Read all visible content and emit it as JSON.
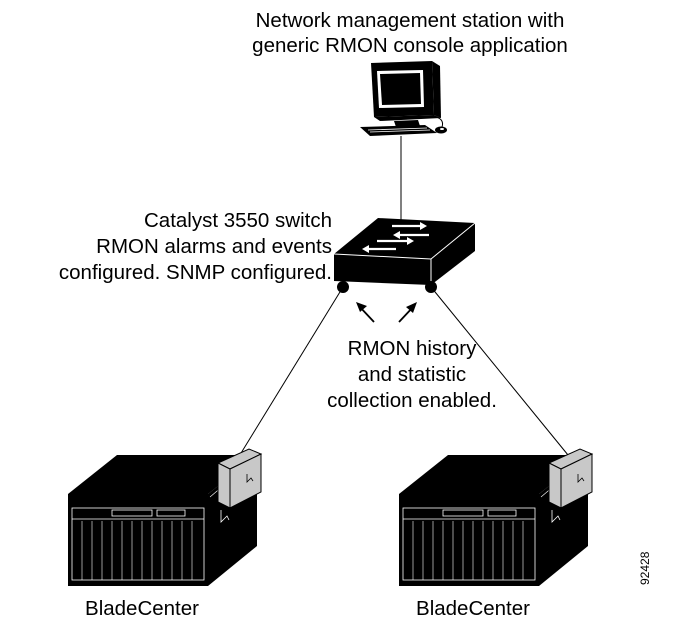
{
  "labels": {
    "nms_line1": "Network management station with",
    "nms_line2": "generic RMON console application",
    "switch_line1": "Catalyst 3550 switch",
    "switch_line2": "RMON alarms and events",
    "switch_line3": "configured. SNMP configured.",
    "rmon_line1": "RMON history",
    "rmon_line2": "and statistic",
    "rmon_line3": "collection enabled.",
    "blade_left": "BladeCenter",
    "blade_right": "BladeCenter",
    "figure_id": "92428"
  },
  "colors": {
    "ink": "#000000",
    "blade_module": "#c8c8c8",
    "background": "#ffffff"
  }
}
